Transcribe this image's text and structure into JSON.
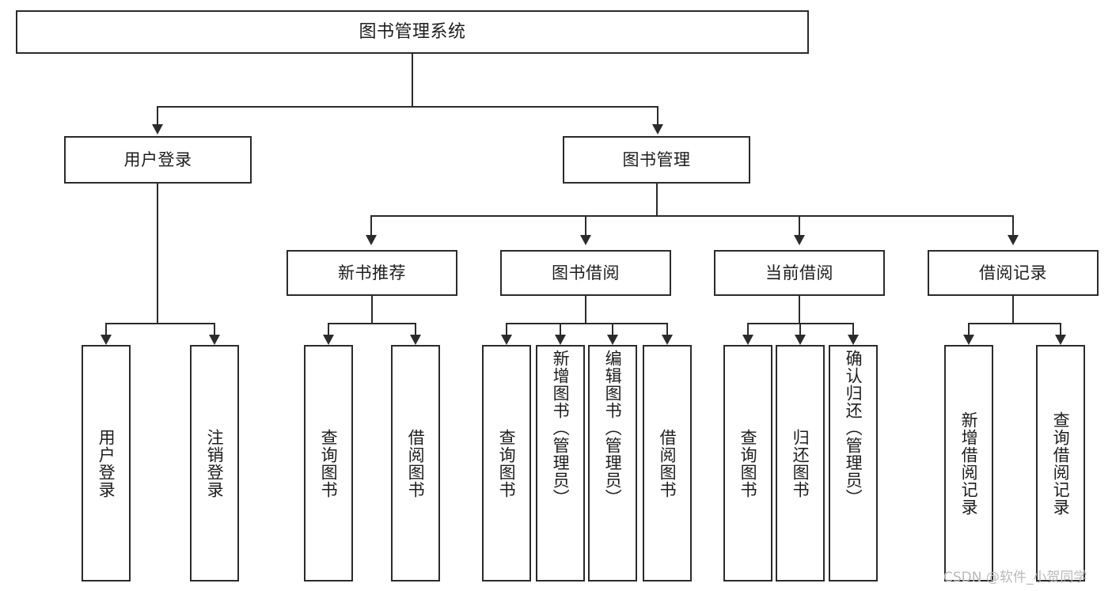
{
  "diagram": {
    "title": "图书管理系统",
    "type": "functional-structure-tree",
    "root": {
      "label": "图书管理系统"
    },
    "level2": [
      {
        "label": "用户登录"
      },
      {
        "label": "图书管理"
      }
    ],
    "level3": [
      {
        "label": "新书推荐"
      },
      {
        "label": "图书借阅"
      },
      {
        "label": "当前借阅"
      },
      {
        "label": "借阅记录"
      }
    ],
    "leaves": {
      "user_login": [
        {
          "label": "用户登录"
        },
        {
          "label": "注销登录"
        }
      ],
      "new_book_recommend": [
        {
          "label": "查询图书"
        },
        {
          "label": "借阅图书"
        }
      ],
      "book_borrow": [
        {
          "label": "查询图书"
        },
        {
          "label": "新增图书（管理员）"
        },
        {
          "label": "编辑图书（管理员）"
        },
        {
          "label": "借阅图书"
        }
      ],
      "current_borrow": [
        {
          "label": "查询图书"
        },
        {
          "label": "归还图书"
        },
        {
          "label": "确认归还（管理员）"
        }
      ],
      "borrow_record": [
        {
          "label": "新增借阅记录"
        },
        {
          "label": "查询借阅记录"
        }
      ]
    }
  },
  "watermark": {
    "text": "CSDN @软件_小贺同学"
  },
  "colors": {
    "stroke": "#2b2b2b",
    "fill": "#ffffff",
    "text": "#1d1d1d",
    "watermark": "#b9b9b9"
  }
}
